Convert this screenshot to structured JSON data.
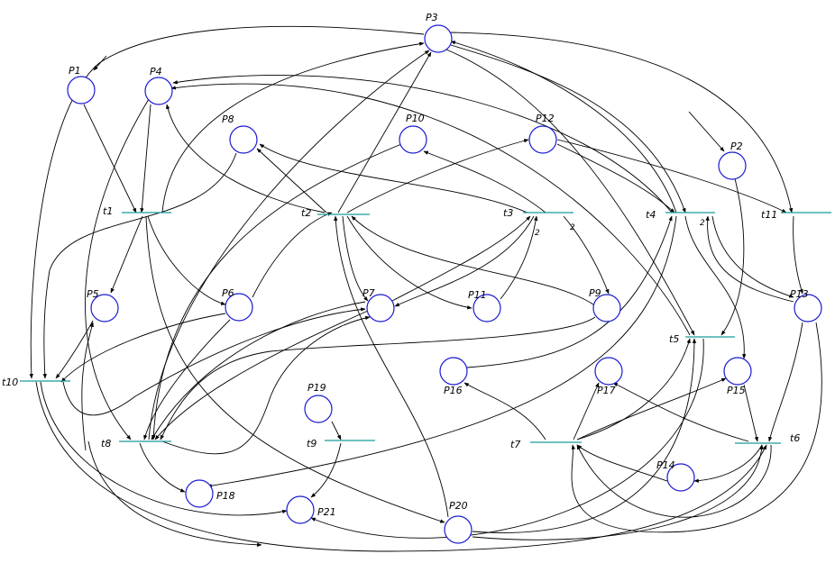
{
  "places": [
    {
      "id": "P1",
      "label": "P1"
    },
    {
      "id": "P2",
      "label": "P2"
    },
    {
      "id": "P3",
      "label": "P3"
    },
    {
      "id": "P4",
      "label": "P4"
    },
    {
      "id": "P5",
      "label": "P5"
    },
    {
      "id": "P6",
      "label": "P6"
    },
    {
      "id": "P7",
      "label": "P7"
    },
    {
      "id": "P8",
      "label": "P8"
    },
    {
      "id": "P9",
      "label": "P9"
    },
    {
      "id": "P10",
      "label": "P10"
    },
    {
      "id": "P11",
      "label": "P11"
    },
    {
      "id": "P12",
      "label": "P12"
    },
    {
      "id": "P13",
      "label": "P13"
    },
    {
      "id": "P14",
      "label": "P14"
    },
    {
      "id": "P15",
      "label": "P15"
    },
    {
      "id": "P16",
      "label": "P16"
    },
    {
      "id": "P17",
      "label": "P17"
    },
    {
      "id": "P18",
      "label": "P18"
    },
    {
      "id": "P19",
      "label": "P19"
    },
    {
      "id": "P20",
      "label": "P20"
    },
    {
      "id": "P21",
      "label": "P21"
    }
  ],
  "transitions": [
    {
      "id": "t1",
      "label": "t1"
    },
    {
      "id": "t2",
      "label": "t2"
    },
    {
      "id": "t3",
      "label": "t3"
    },
    {
      "id": "t4",
      "label": "t4"
    },
    {
      "id": "t5",
      "label": "t5"
    },
    {
      "id": "t6",
      "label": "t6"
    },
    {
      "id": "t7",
      "label": "t7"
    },
    {
      "id": "t8",
      "label": "t8"
    },
    {
      "id": "t9",
      "label": "t9"
    },
    {
      "id": "t10",
      "label": "t10"
    },
    {
      "id": "t11",
      "label": "t11"
    }
  ],
  "arc_weights": [
    "2",
    "2",
    "2"
  ],
  "colors": {
    "place_stroke": "#1a1ad0",
    "transition_stroke": "#1a9a9a",
    "arc": "#000000"
  }
}
